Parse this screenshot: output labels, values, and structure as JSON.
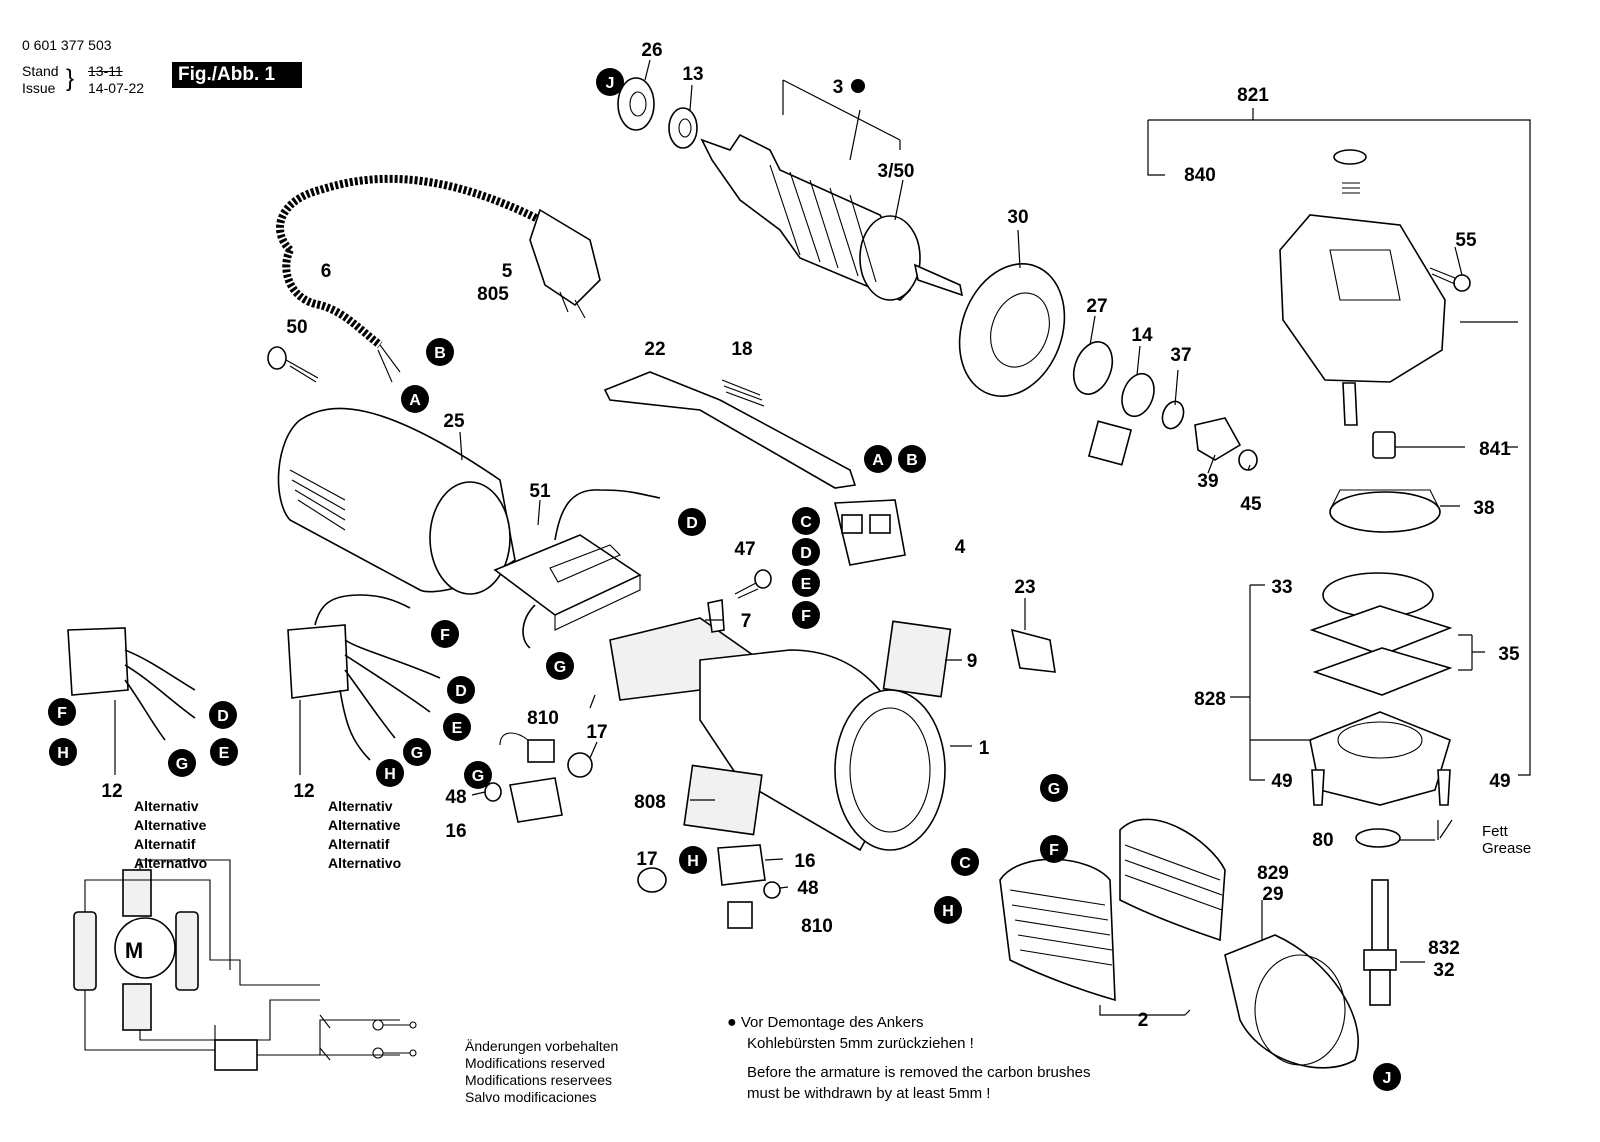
{
  "header": {
    "part_number": "0 601 377 503",
    "stand_label": "Stand",
    "issue_label": "Issue",
    "old_date": "13-11",
    "date": "14-07-22",
    "figure_label": "Fig./Abb. 1"
  },
  "part_labels": {
    "p3": "3",
    "p3_50": "3/50",
    "p26": "26",
    "p13": "13",
    "p30": "30",
    "p27": "27",
    "p14": "14",
    "p37": "37",
    "p39": "39",
    "p45": "45",
    "p6": "6",
    "p5": "5",
    "p805": "805",
    "p50": "50",
    "p22": "22",
    "p18": "18",
    "p25": "25",
    "p51": "51",
    "p4": "4",
    "p47": "47",
    "p7": "7",
    "p23": "23",
    "p9": "9",
    "p1": "1",
    "p810a": "810",
    "p17a": "17",
    "p48a": "48",
    "p16a": "16",
    "p808": "808",
    "p17b": "17",
    "p16b": "16",
    "p48b": "48",
    "p810b": "810",
    "p2": "2",
    "p829": "829",
    "p29": "29",
    "p821": "821",
    "p840": "840",
    "p55": "55",
    "p841": "841",
    "p38": "38",
    "p33": "33",
    "p35": "35",
    "p828": "828",
    "p49a": "49",
    "p49b": "49",
    "p80": "80",
    "p832": "832",
    "p32": "32",
    "p12a": "12",
    "p12b": "12"
  },
  "connector_labels": {
    "A": "A",
    "B": "B",
    "C": "C",
    "D": "D",
    "E": "E",
    "F": "F",
    "G": "G",
    "H": "H",
    "J": "J"
  },
  "motor_symbol": "M",
  "alternative_labels": [
    "Alternativ",
    "Alternative",
    "Alternatif",
    "Alternativo"
  ],
  "grease_note": {
    "line1": "Fett",
    "line2": "Grease"
  },
  "modifications_note": [
    "Änderungen vorbehalten",
    "Modifications reserved",
    "Modifications reservees",
    "Salvo modificaciones"
  ],
  "armature_note": {
    "de_line1": "Vor Demontage des Ankers",
    "de_line2": "Kohlebürsten 5mm zurückziehen !",
    "en_line1": "Before the armature is removed the carbon brushes",
    "en_line2": "must be withdrawn by at least 5mm !"
  }
}
